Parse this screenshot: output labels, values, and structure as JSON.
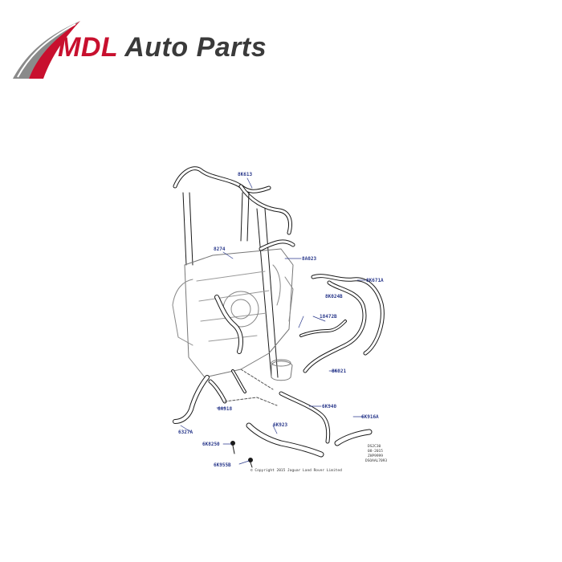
{
  "logo": {
    "brand_prefix": "MDL",
    "brand_suffix": "Auto Parts",
    "colors": {
      "accent": "#c8102e",
      "text": "#3a3a3a",
      "swoosh": "#8a8a8a"
    }
  },
  "diagram": {
    "callouts": {
      "c1": "8K613",
      "c2": "8274",
      "c3": "8A023",
      "c4": "8K671A",
      "c5": "18472B",
      "c6": "8K021",
      "c7": "6A918",
      "c8": "6K940",
      "c9": "6K923",
      "c10": "6327A",
      "c11": "6K916A",
      "c12": "6K8250",
      "c13": "6K955B",
      "c14": "8K024B"
    },
    "copyright": "© Copyright 2015 Jaguar Land Rover Limited",
    "ref_lines": [
      "DS2C30",
      "08-2015",
      "ZHP9999",
      "DSOAAL7093"
    ],
    "line_color": "#1a1a1a"
  }
}
